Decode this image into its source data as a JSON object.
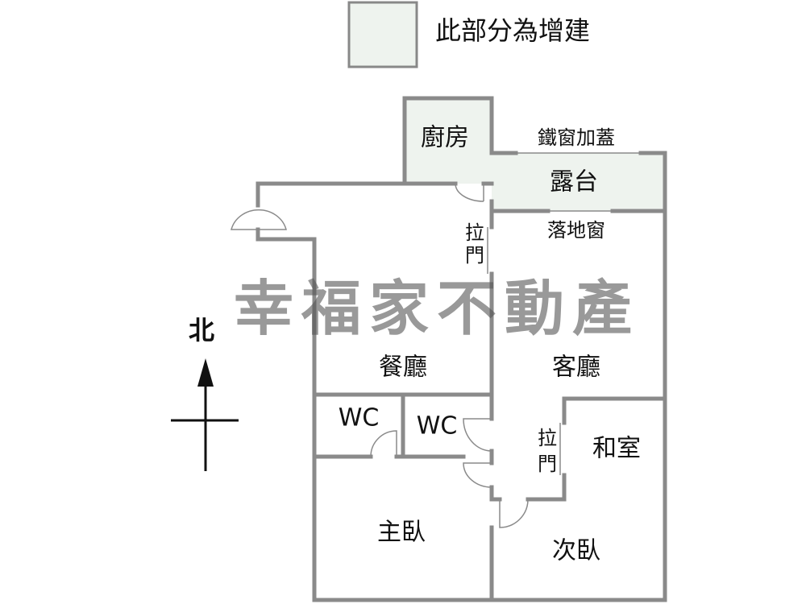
{
  "legend": {
    "text": "此部分為增建",
    "swatch_color": "#eef3ee"
  },
  "rooms": {
    "kitchen": "廚房",
    "balcony": "露台",
    "iron_window": "鐵窗加蓋",
    "floor_window": "落地窗",
    "sliding_door_1": [
      "拉",
      "門"
    ],
    "dining": "餐廳",
    "living": "客廳",
    "wc1": "WC",
    "wc2": "WC",
    "sliding_door_2": [
      "拉",
      "門"
    ],
    "japanese_room": "和室",
    "master_bedroom": "主臥",
    "second_bedroom": "次臥"
  },
  "north_label": "北",
  "watermark": "幸福家不動產",
  "colors": {
    "wall": "#8a8a8a",
    "addition": "#eef3ee"
  }
}
